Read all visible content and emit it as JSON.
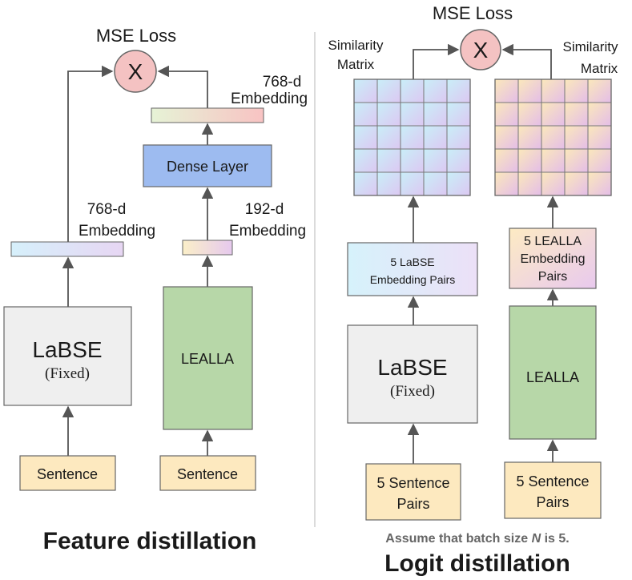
{
  "feature": {
    "title": "Feature distillation",
    "loss_label": "MSE Loss",
    "op_symbol": "X",
    "teacher_embedding_line1": "768-d",
    "teacher_embedding_line2": "Embedding",
    "student_embedding_line1": "192-d",
    "student_embedding_line2": "Embedding",
    "projected_embedding_line1": "768-d",
    "projected_embedding_line2": "Embedding",
    "dense_layer": "Dense Layer",
    "teacher_name": "LaBSE",
    "teacher_note": "(Fixed)",
    "student_name": "LEALLA",
    "teacher_input": "Sentence",
    "student_input": "Sentence"
  },
  "logit": {
    "title": "Logit distillation",
    "note_prefix": "Assume that batch size ",
    "note_var": "N",
    "note_suffix": " is 5.",
    "loss_label": "MSE Loss",
    "op_symbol": "X",
    "left_matrix_line1": "Similarity",
    "left_matrix_line2": "Matrix",
    "right_matrix_line1": "Similarity",
    "right_matrix_line2": "Matrix",
    "teacher_pairs_line1": "5 LaBSE",
    "teacher_pairs_line2": "Embedding Pairs",
    "student_pairs_line1": "5 LEALLA",
    "student_pairs_line2": "Embedding",
    "student_pairs_line3": "Pairs",
    "teacher_name": "LaBSE",
    "teacher_note": "(Fixed)",
    "student_name": "LEALLA",
    "teacher_input_line1": "5 Sentence",
    "teacher_input_line2": "Pairs",
    "student_input_line1": "5 Sentence",
    "student_input_line2": "Pairs"
  },
  "colors": {
    "loss_circle": "#f4c2c2",
    "dense_layer": "#9dbbf0",
    "labse_box": "#efefef",
    "lealla_box": "#b7d7a8",
    "input_box": "#fde9bf"
  }
}
